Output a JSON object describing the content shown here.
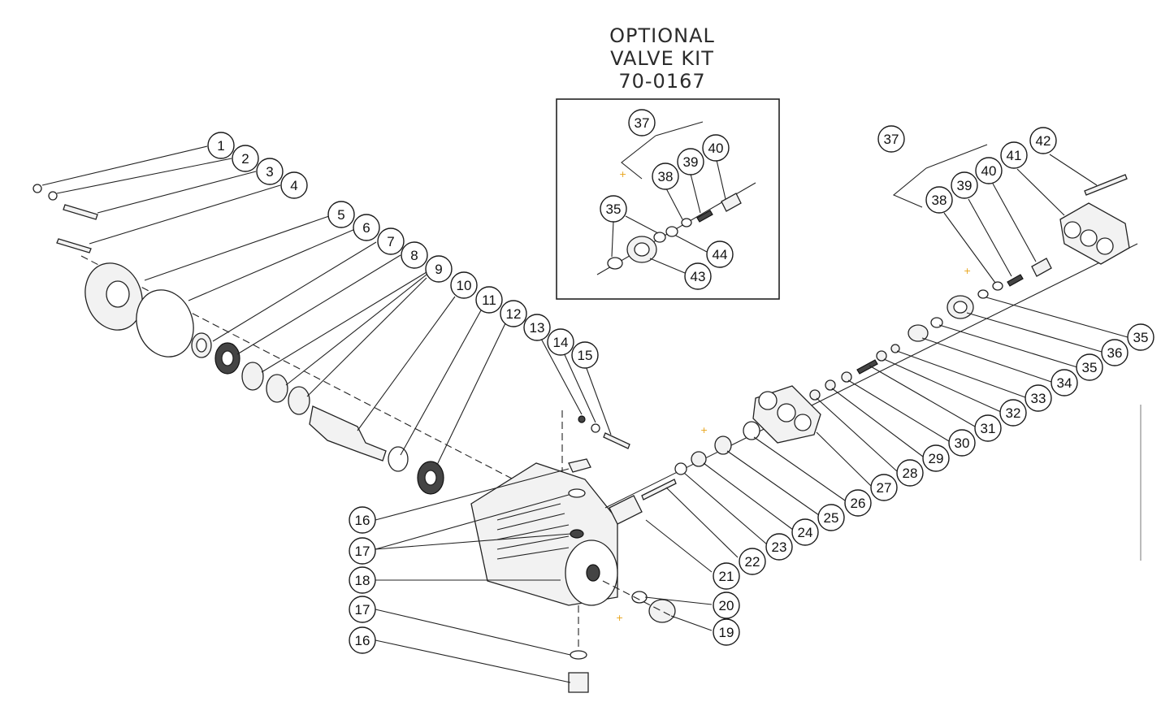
{
  "kit": {
    "title_line1": "OPTIONAL",
    "title_line2": "VALVE  KIT",
    "title_line3": "70-0167"
  },
  "callouts": {
    "c1": "1",
    "c2": "2",
    "c3": "3",
    "c4": "4",
    "c5": "5",
    "c6": "6",
    "c7": "7",
    "c8": "8",
    "c9": "9",
    "c10": "10",
    "c11": "11",
    "c12": "12",
    "c13": "13",
    "c14": "14",
    "c15": "15",
    "c16a": "16",
    "c17a": "17",
    "c18": "18",
    "c17b": "17",
    "c16b": "16",
    "c19": "19",
    "c20": "20",
    "c21": "21",
    "c22": "22",
    "c23": "23",
    "c24": "24",
    "c25": "25",
    "c26": "26",
    "c27": "27",
    "c28": "28",
    "c29": "29",
    "c30": "30",
    "c31": "31",
    "c32": "32",
    "c33": "33",
    "c34": "34",
    "c35a": "35",
    "c36": "36",
    "c35b": "35",
    "c37": "37",
    "c38": "38",
    "c39": "39",
    "c40": "40",
    "c41": "41",
    "c42": "42",
    "k37": "37",
    "k38": "38",
    "k39": "39",
    "k40": "40",
    "k35": "35",
    "k44": "44",
    "k43": "43"
  },
  "markers": {
    "plus": "+"
  },
  "colors": {
    "ink": "#222222",
    "marker": "#e8a317"
  }
}
